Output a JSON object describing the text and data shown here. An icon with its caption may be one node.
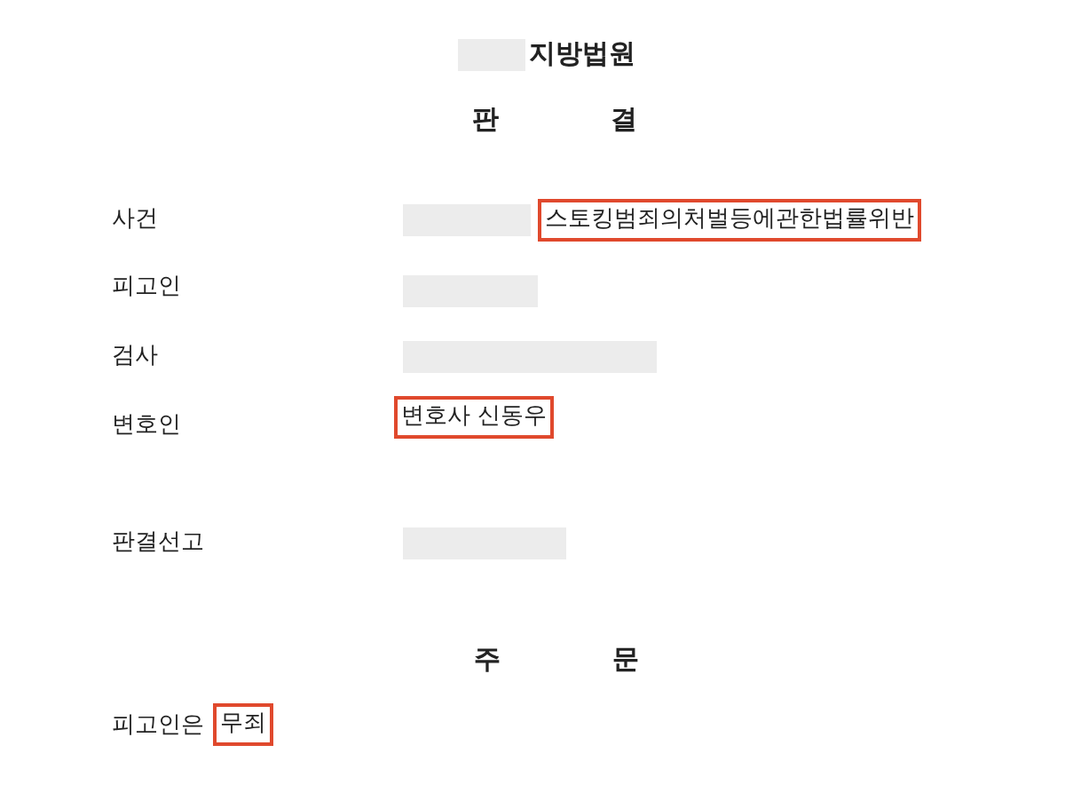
{
  "diagram": {
    "title": "지방법원",
    "nodes": [
      {
        "text": [
          "스토킹범죄의처벌등에관한법률위반"
        ]
      },
      {
        "text": [
          "변호사 신동우"
        ]
      },
      {
        "text": [
          "무죄"
        ]
      }
    ],
    "edges": [],
    "labels": [
      "판 결",
      "사건",
      "피고인",
      "검사",
      "변호인",
      "판결선고",
      "주 문",
      "피고인은"
    ]
  }
}
